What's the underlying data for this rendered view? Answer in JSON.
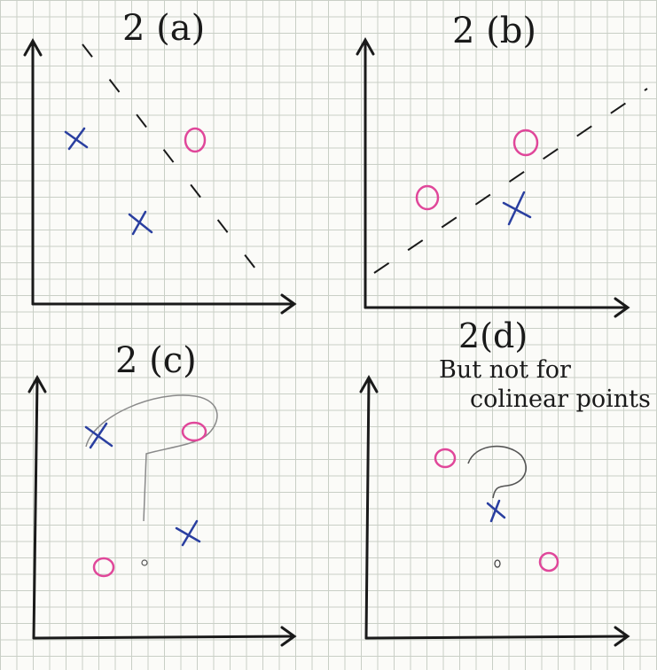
{
  "panels": [
    {
      "title": "2 (a)"
    },
    {
      "title": "2 (b)"
    },
    {
      "title": "2 (c)"
    },
    {
      "title": "2(d)",
      "note_line1": "But not for",
      "note_line2": "colinear points"
    }
  ],
  "colors": {
    "ink": "#1a1a1a",
    "x_mark": "#2a3fa0",
    "o_mark": "#e0479a",
    "pencil": "#8a8a8a"
  },
  "marks": {
    "x": "x-mark",
    "o": "o-mark"
  }
}
